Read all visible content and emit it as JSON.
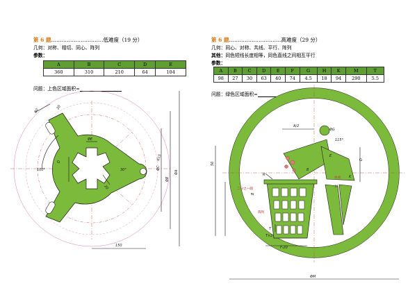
{
  "left": {
    "title_num": "第 6 题",
    "title_rest": "…………………………低难度（19 分）",
    "line1": "几何：对称、相切、同心、阵列",
    "params_label": "参数：",
    "headers": [
      "A",
      "B",
      "C",
      "D",
      "E"
    ],
    "values": [
      "360",
      "310",
      "210",
      "64",
      "104"
    ],
    "question": "问题：上色区域面积="
  },
  "right": {
    "title_num": "第 6 题",
    "title_rest": "…………………………高难度（29 分）",
    "line1": "几何：同心、对称、共线、平行、阵列",
    "line2_b": "其他：",
    "line2_rest": "同色短线长度相等，同色直线之间相互平行",
    "params_label": "参数：",
    "headers": [
      "A",
      "B",
      "C",
      "D",
      "E",
      "F",
      "G",
      "H",
      "K",
      "M",
      "T"
    ],
    "values": [
      "98",
      "27",
      "30",
      "63",
      "40",
      "74",
      "4.5",
      "18",
      "94",
      "290",
      "5.5"
    ],
    "question": "问题：绿色区域面积="
  },
  "left_dims": {
    "d80": "80",
    "d20": "20",
    "dE": "ΦE",
    "d100": "100°",
    "dD": "D",
    "d20b": "20",
    "d30": "30°",
    "dR15": "R15",
    "dB": "ΦB",
    "dC": "ΦC",
    "dA": "ΦA",
    "d150": "150"
  },
  "right_dims": {
    "dA2": "A/2",
    "dG": "ΦG",
    "d115": "115°",
    "dD": "D",
    "dE": "E",
    "dK": "K",
    "dH": "H",
    "d8": "8",
    "dR": "R",
    "dB": "B",
    "dT": "T",
    "dT2": "T×2",
    "dF20": "F-20",
    "dM": "ΦM",
    "dhalf": "二分之一圆",
    "dmid": "中点",
    "darray": "阵列",
    "d50": "50"
  },
  "colors": {
    "green": "#7cba3c",
    "line": "#1a1a1a",
    "red": "#c0392b",
    "orange": "#d07a1a"
  }
}
